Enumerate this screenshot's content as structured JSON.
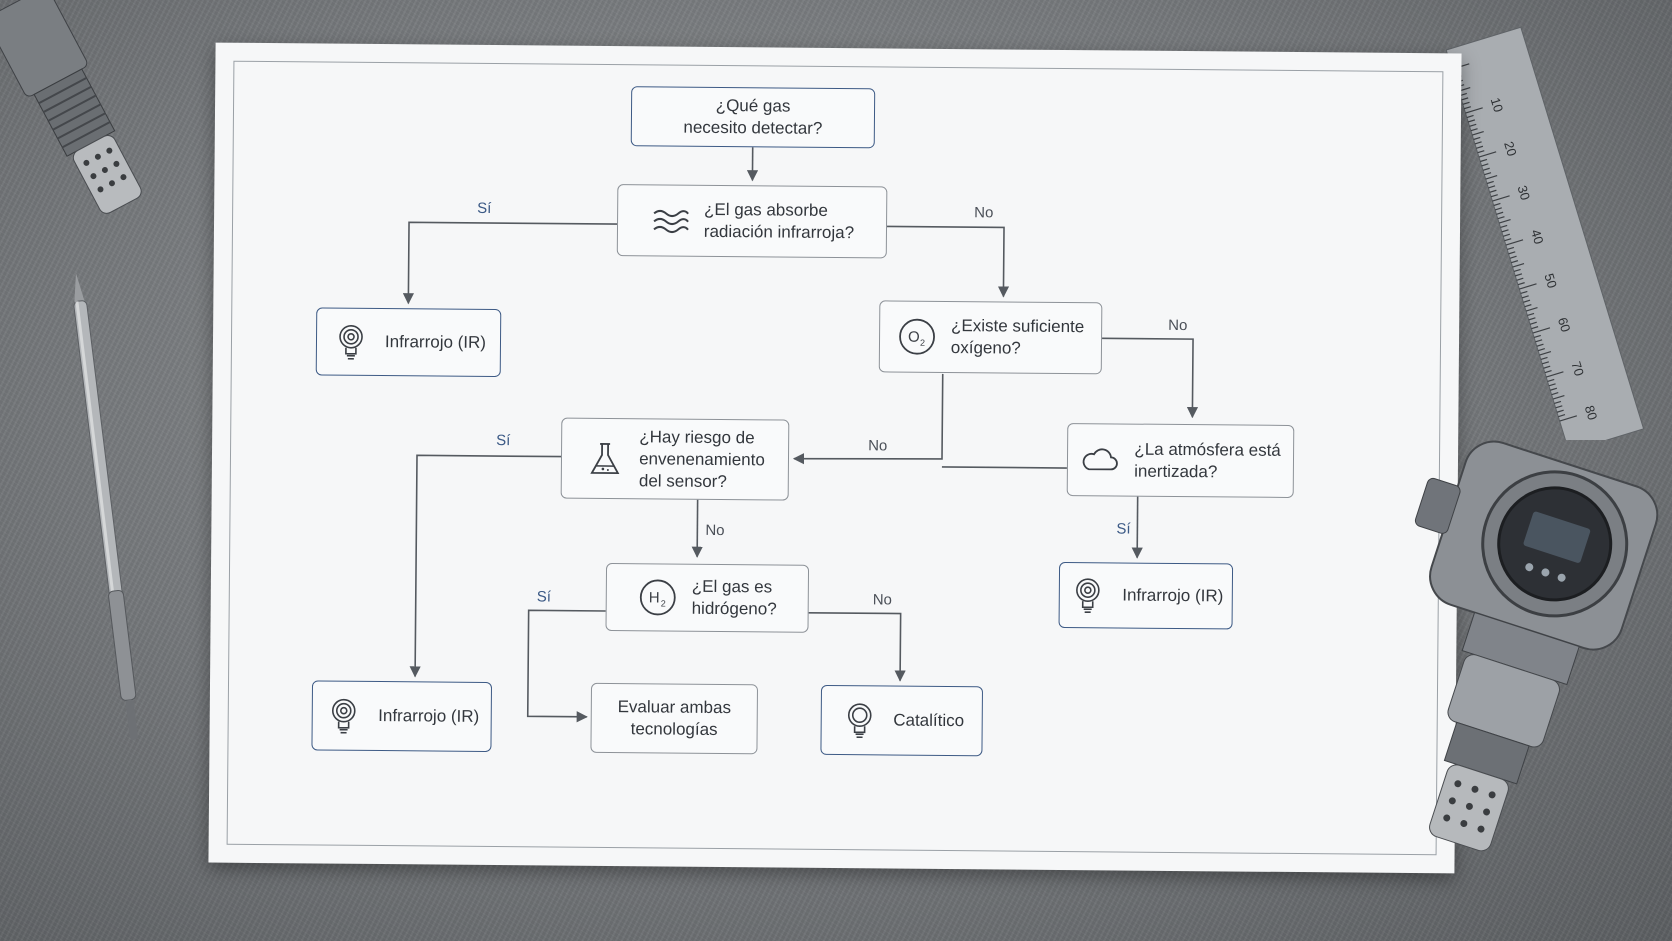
{
  "diagram": {
    "start": "¿Qué gas\nnecesito detectar?",
    "q_ir": "¿El gas absorbe\nradiación infrarroja?",
    "q_oxygen": "¿Existe suficiente\noxígeno?",
    "q_inert": "¿La atmósfera está\ninertizada?",
    "q_poison": "¿Hay riesgo de\nenvenenamiento\ndel sensor?",
    "q_hydrogen": "¿El gas es\nhidrógeno?",
    "r_ir_top": "Infrarrojo (IR)",
    "r_ir_right": "Infrarrojo (IR)",
    "r_ir_bottom": "Infrarrojo (IR)",
    "r_both": "Evaluar ambas\ntecnologías",
    "r_catalytic": "Catalítico",
    "labels": {
      "yes": "Sí",
      "no": "No"
    },
    "ruler_ticks": [
      "10",
      "20",
      "30",
      "40",
      "50",
      "60",
      "70",
      "80"
    ],
    "colors": {
      "accent": "#3d5a85",
      "line": "#555a60",
      "paper": "#f6f7f8"
    },
    "icons": [
      "waves-icon",
      "oxygen-icon",
      "cloud-icon",
      "flask-icon",
      "hydrogen-icon",
      "sensor-icon"
    ]
  }
}
